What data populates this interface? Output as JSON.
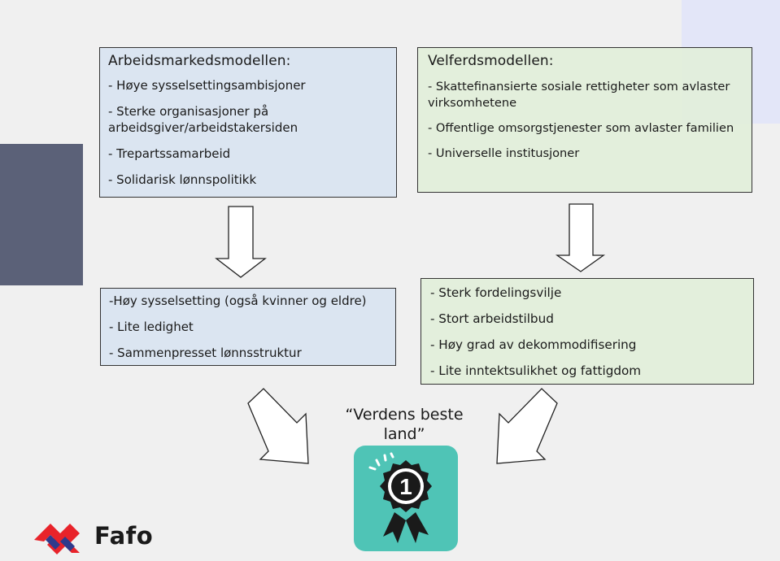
{
  "top_left": {
    "title": "Arbeidsmarkedsmodellen:",
    "items": [
      "- Høye sysselsettingsambisjoner",
      "- Sterke organisasjoner på arbeidsgiver/arbeidstakersiden",
      "- Trepartssamarbeid",
      "- Solidarisk lønnspolitikk"
    ]
  },
  "top_right": {
    "title": "Velferdsmodellen:",
    "items": [
      "- Skattefinansierte sosiale rettigheter som avlaster virksomhetene",
      "- Offentlige omsorgstjenester som avlaster familien",
      "- Universelle institusjoner"
    ]
  },
  "bottom_left": {
    "items": [
      "-Høy sysselsetting (også kvinner og eldre)",
      "- Lite ledighet",
      "- Sammenpresset lønnsstruktur"
    ]
  },
  "bottom_right": {
    "items": [
      "- Sterk fordelingsvilje",
      "- Stort arbeidstilbud",
      "- Høy grad av dekommodifisering",
      "- Lite inntektsulikhet og fattigdom"
    ]
  },
  "award": {
    "title": "“Verdens beste land”",
    "rank": "1",
    "icon": "award-ribbon-icon",
    "color": "#4fc4b6"
  },
  "logo": {
    "text": "Fafo",
    "color": "#e8232a"
  },
  "colors": {
    "left_boxes": "#dbe5f1",
    "right_boxes": "#e2efda",
    "left_deco": "#5b6178",
    "right_deco": "#e3e6f8"
  }
}
